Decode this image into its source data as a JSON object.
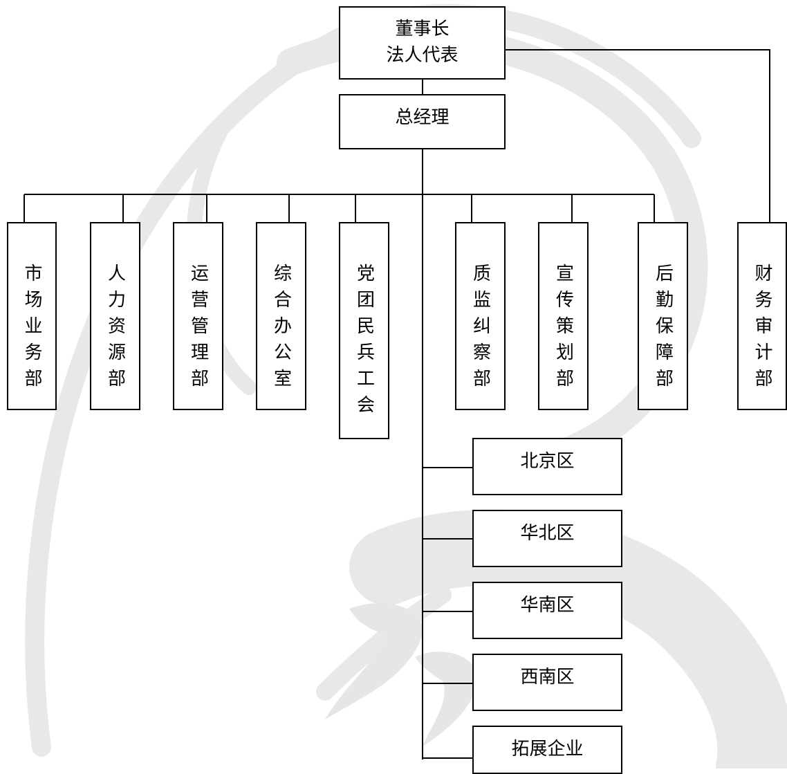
{
  "chairman": {
    "label": "董事长\n法人代表"
  },
  "gm": {
    "label": "总经理"
  },
  "departments": [
    {
      "label": "市场业务部"
    },
    {
      "label": "人力资源部"
    },
    {
      "label": "运营管理部"
    },
    {
      "label": "综合办公室"
    },
    {
      "label": "党团民兵工会"
    },
    {
      "label": "质监纠察部"
    },
    {
      "label": "宣传策划部"
    },
    {
      "label": "后勤保障部"
    }
  ],
  "audit": {
    "label": "财务审计部"
  },
  "regions": [
    {
      "label": "北京区"
    },
    {
      "label": "华北区"
    },
    {
      "label": "华南区"
    },
    {
      "label": "西南区"
    },
    {
      "label": "拓展企业"
    }
  ],
  "colors": {
    "line": "#000000",
    "watermark": "#e6e6e6"
  }
}
